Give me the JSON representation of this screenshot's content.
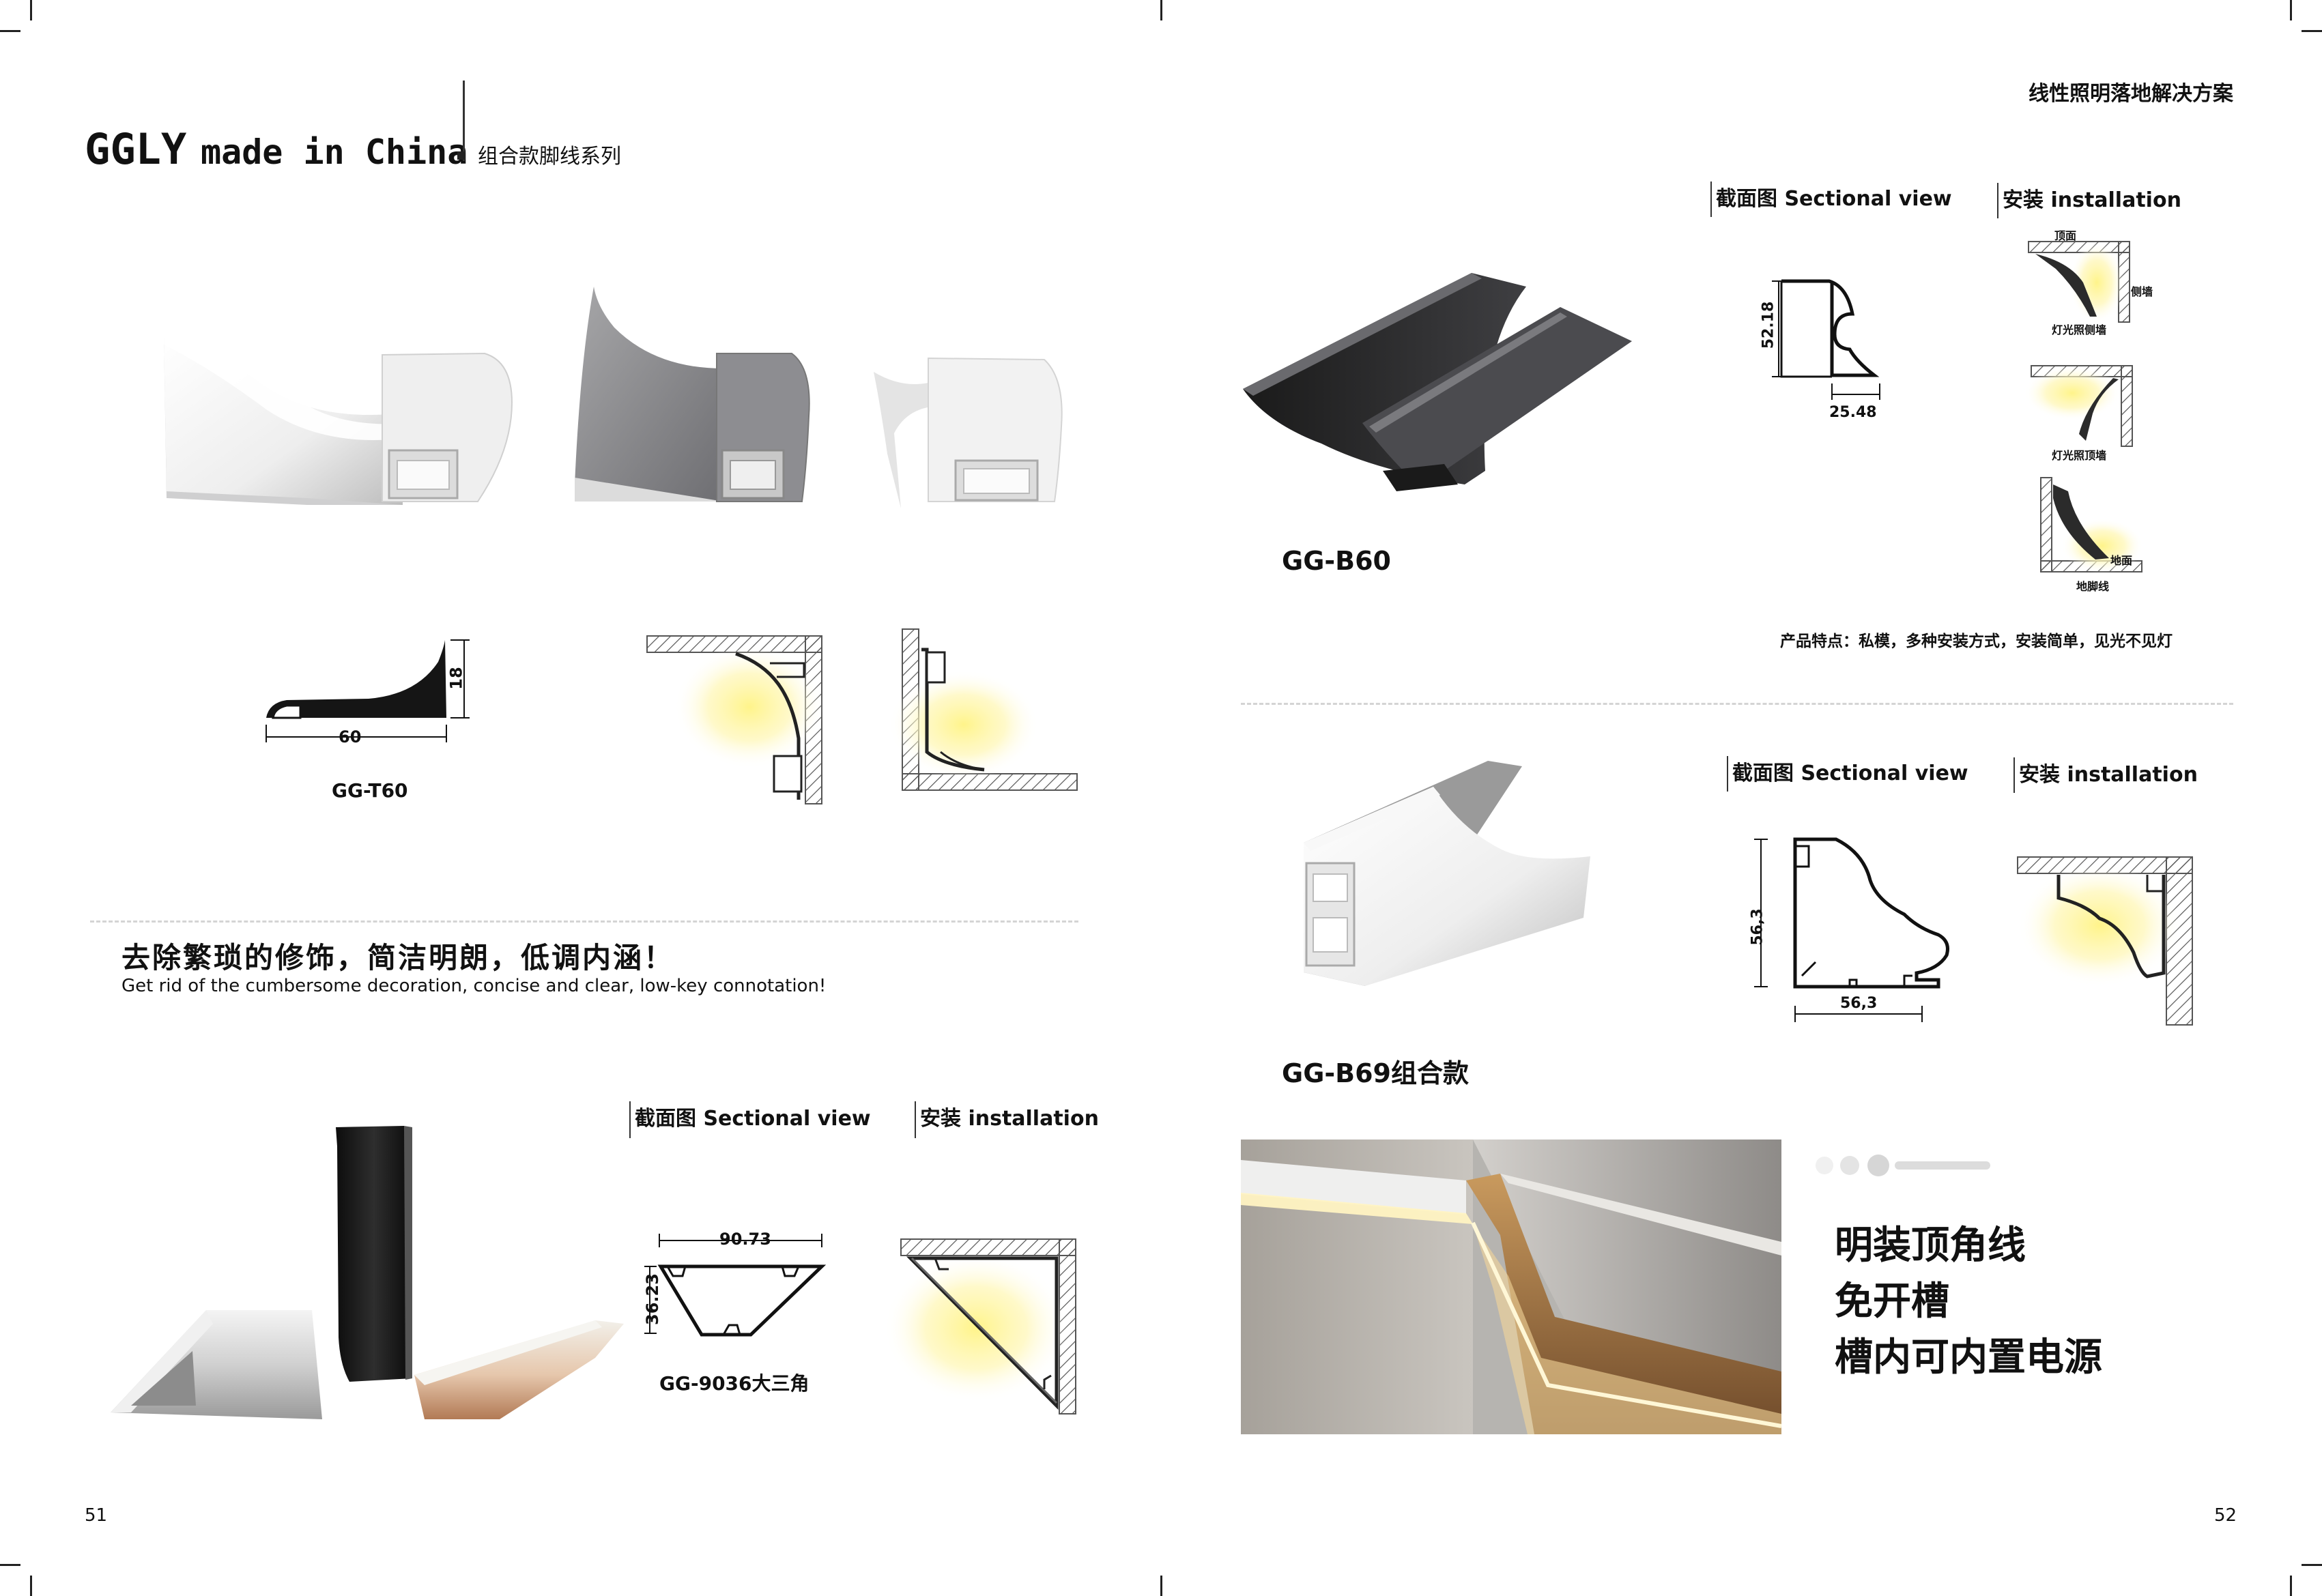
{
  "left_page": {
    "brand": {
      "ggly": "GGLY",
      "made": "made in China",
      "series": "组合款脚线系列"
    },
    "products": [
      {
        "code": "GG-T60",
        "dims": {
          "w": "60",
          "h": "18"
        }
      },
      {
        "code": "GG-9036大三角",
        "dims": {
          "w": "90.73",
          "h": "36.23"
        }
      }
    ],
    "slogan": {
      "cn": "去除繁琐的修饰，简洁明朗，低调内涵！",
      "en": "Get rid of the cumbersome decoration, concise and clear, low-key connotation!"
    },
    "section_labels": {
      "sectional": "截面图 Sectional view",
      "installation": "安装 installation"
    },
    "page_number": "51"
  },
  "right_page": {
    "header": "线性照明落地解决方案",
    "section_labels": {
      "sectional": "截面图 Sectional view",
      "installation": "安装 installation"
    },
    "products": [
      {
        "code": "GG-B60",
        "dims": {
          "h": "52.18",
          "w": "25.48"
        },
        "install_labels": {
          "top": "顶面",
          "side": "侧墙",
          "cap1": "灯光照侧墙",
          "cap2": "灯光照顶墙",
          "floor": "地面",
          "cap3": "地脚线"
        },
        "features": "产品特点：私模，多种安装方式，安装简单，见光不见灯"
      },
      {
        "code": "GG-B69组合款",
        "dims": {
          "h": "56,3",
          "w": "56,3"
        }
      }
    ],
    "promo": {
      "lines": [
        "明装顶角线",
        "免开槽",
        "槽内可内置电源"
      ]
    },
    "page_number": "52"
  },
  "colors": {
    "text": "#111111",
    "hatch": "#555555",
    "glow": "#fff5a8",
    "divider": "#d4d4d4"
  }
}
